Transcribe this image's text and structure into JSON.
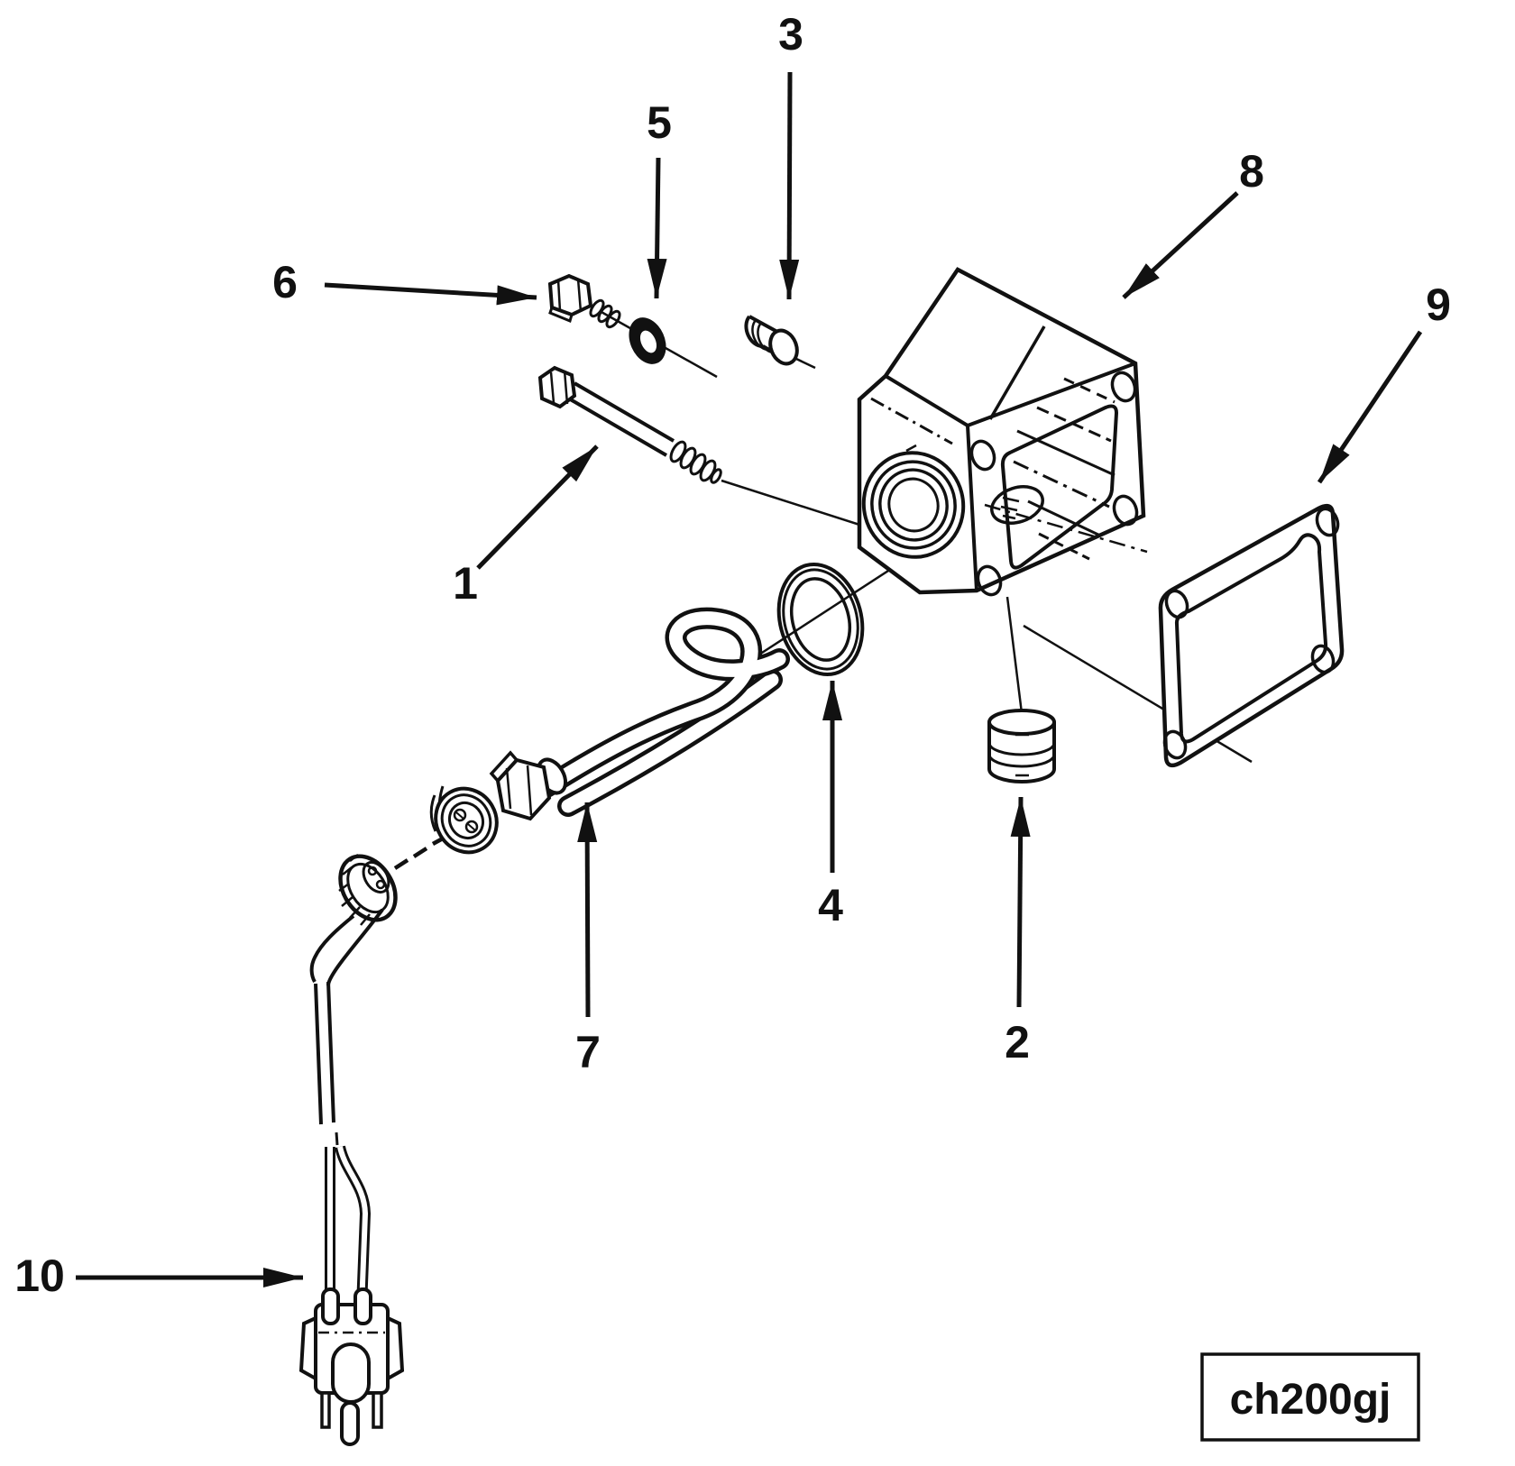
{
  "figure": {
    "code": "ch200gj",
    "line_color": "#111111",
    "background_color": "#ffffff"
  },
  "callouts": {
    "c1": {
      "label": "1"
    },
    "c2": {
      "label": "2"
    },
    "c3": {
      "label": "3"
    },
    "c4": {
      "label": "4"
    },
    "c5": {
      "label": "5"
    },
    "c6": {
      "label": "6"
    },
    "c7": {
      "label": "7"
    },
    "c8": {
      "label": "8"
    },
    "c9": {
      "label": "9"
    },
    "c10": {
      "label": "10"
    }
  }
}
